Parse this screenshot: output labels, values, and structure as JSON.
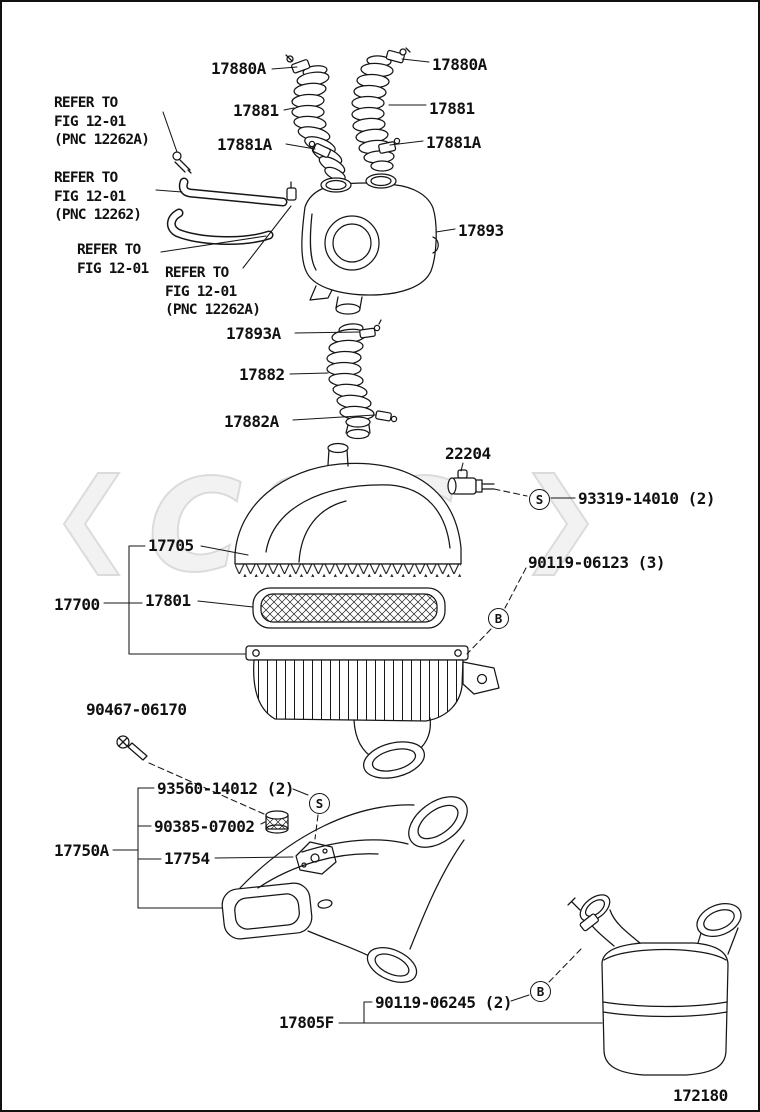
{
  "figure": {
    "number": "172180"
  },
  "watermark": "CSC",
  "colors": {
    "ink": "#161616",
    "background": "#ffffff",
    "watermark": "#bfbfbf"
  },
  "refer_notes": [
    {
      "text": "REFER TO\nFIG 12-01\n(PNC 12262A)"
    },
    {
      "text": "REFER TO\nFIG 12-01\n(PNC 12262)"
    },
    {
      "text": "REFER TO\nFIG 12-01"
    },
    {
      "text": "REFER TO\nFIG 12-01\n(PNC 12262A)"
    }
  ],
  "part_labels": [
    {
      "id": "17880A-left",
      "text": "17880A"
    },
    {
      "id": "17880A-right",
      "text": "17880A"
    },
    {
      "id": "17881-left",
      "text": "17881"
    },
    {
      "id": "17881-right",
      "text": "17881"
    },
    {
      "id": "17881A-left",
      "text": "17881A"
    },
    {
      "id": "17881A-right",
      "text": "17881A"
    },
    {
      "id": "17893",
      "text": "17893"
    },
    {
      "id": "17893A",
      "text": "17893A"
    },
    {
      "id": "17882",
      "text": "17882"
    },
    {
      "id": "17882A",
      "text": "17882A"
    },
    {
      "id": "22204",
      "text": "22204"
    },
    {
      "id": "93319-14010",
      "text": "93319-14010 (2)"
    },
    {
      "id": "17705",
      "text": "17705"
    },
    {
      "id": "90119-06123",
      "text": "90119-06123 (3)"
    },
    {
      "id": "17700",
      "text": "17700"
    },
    {
      "id": "17801",
      "text": "17801"
    },
    {
      "id": "90467-06170",
      "text": "90467-06170"
    },
    {
      "id": "93560-14012",
      "text": "93560-14012 (2)"
    },
    {
      "id": "90385-07002",
      "text": "90385-07002"
    },
    {
      "id": "17750A",
      "text": "17750A"
    },
    {
      "id": "17754",
      "text": "17754"
    },
    {
      "id": "90119-06245",
      "text": "90119-06245 (2)"
    },
    {
      "id": "17805F",
      "text": "17805F"
    }
  ],
  "symbols": [
    {
      "letter": "S"
    },
    {
      "letter": "B"
    },
    {
      "letter": "S"
    },
    {
      "letter": "B"
    }
  ]
}
